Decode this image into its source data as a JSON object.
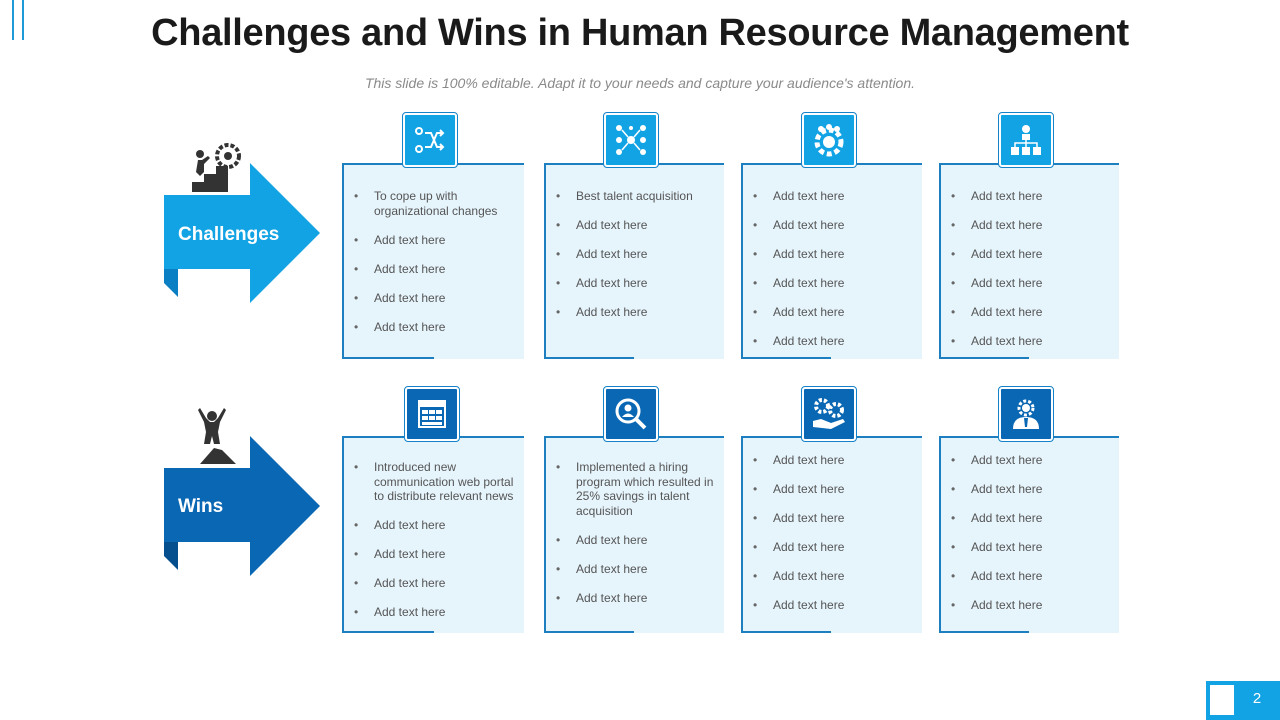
{
  "title": "Challenges and Wins in Human Resource Management",
  "subtitle": "This slide is 100% editable. Adapt it to your needs and capture your audience's attention.",
  "colors": {
    "light_blue": "#12a3e4",
    "dark_blue": "#0a67b3",
    "card_bg": "#e6f4fc",
    "border": "#1d7fbf"
  },
  "rows": [
    {
      "label": "Challenges",
      "person_icon": "person-climbing-stairs-gear-icon",
      "cards": [
        {
          "icon": "shuffle-network-icon",
          "items": [
            "To cope up with organizational changes",
            "Add text here",
            "Add text here",
            "Add text here",
            "Add text here"
          ]
        },
        {
          "icon": "team-network-icon",
          "items": [
            "Best talent acquisition",
            "Add text here",
            "Add text here",
            "Add text here",
            "Add text here"
          ]
        },
        {
          "icon": "team-gear-icon",
          "items": [
            "Add text here",
            "Add text here",
            "Add text here",
            "Add text here",
            "Add text here",
            "Add text here"
          ]
        },
        {
          "icon": "org-chart-icon",
          "items": [
            "Add text here",
            "Add text here",
            "Add text here",
            "Add text here",
            "Add text here",
            "Add text here"
          ]
        }
      ]
    },
    {
      "label": "Wins",
      "person_icon": "person-celebrating-icon",
      "cards": [
        {
          "icon": "web-portal-icon",
          "items": [
            "Introduced new communication web portal to distribute relevant news",
            "Add text here",
            "Add text here",
            "Add text here",
            "Add text here"
          ]
        },
        {
          "icon": "search-person-icon",
          "items": [
            "Implemented a hiring program which resulted in 25% savings in talent acquisition",
            "Add text here",
            "Add text here",
            "Add text here"
          ]
        },
        {
          "icon": "hand-gears-icon",
          "items": [
            "Add text here",
            "Add text here",
            "Add text here",
            "Add text here",
            "Add text here",
            "Add text here"
          ]
        },
        {
          "icon": "manager-icon",
          "items": [
            "Add text here",
            "Add text here",
            "Add text here",
            "Add text here",
            "Add text here",
            "Add text here"
          ]
        }
      ]
    }
  ],
  "page_number": "2"
}
